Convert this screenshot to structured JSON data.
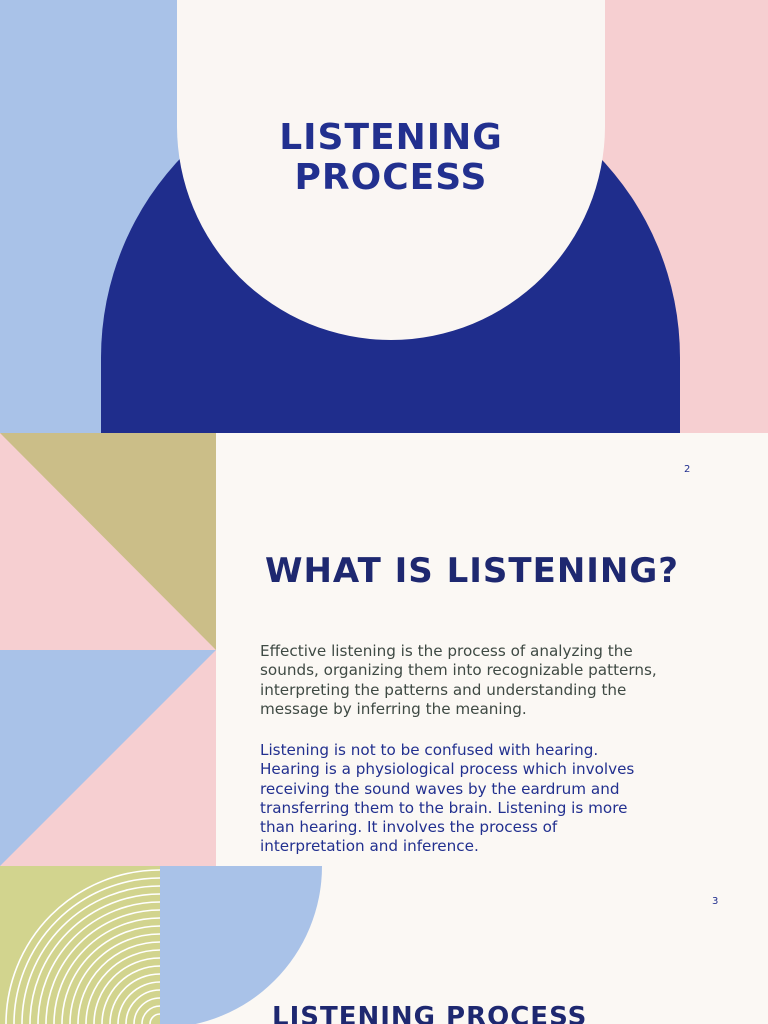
{
  "slides": [
    {
      "title": "LISTENING\nPROCESS"
    },
    {
      "page_number": "2",
      "title": "WHAT IS LISTENING?",
      "paragraphs": [
        "Effective listening is the process of analyzing the sounds, organizing them into recognizable patterns, interpreting the patterns and understanding the message by inferring the meaning.",
        "Listening is not to be confused with hearing. Hearing is a physiological process which involves receiving the sound waves by the eardrum and transferring them to the brain. Listening is more than hearing. It involves the process of interpretation and inference."
      ]
    },
    {
      "page_number": "3",
      "title": "LISTENING PROCESS"
    }
  ],
  "colors": {
    "navy": "#1f2d8c",
    "light_blue": "#a9c2e8",
    "pink": "#f6cfd1",
    "khaki": "#cbbe88",
    "lime": "#d2d48e",
    "cream": "#fbf8f4"
  }
}
